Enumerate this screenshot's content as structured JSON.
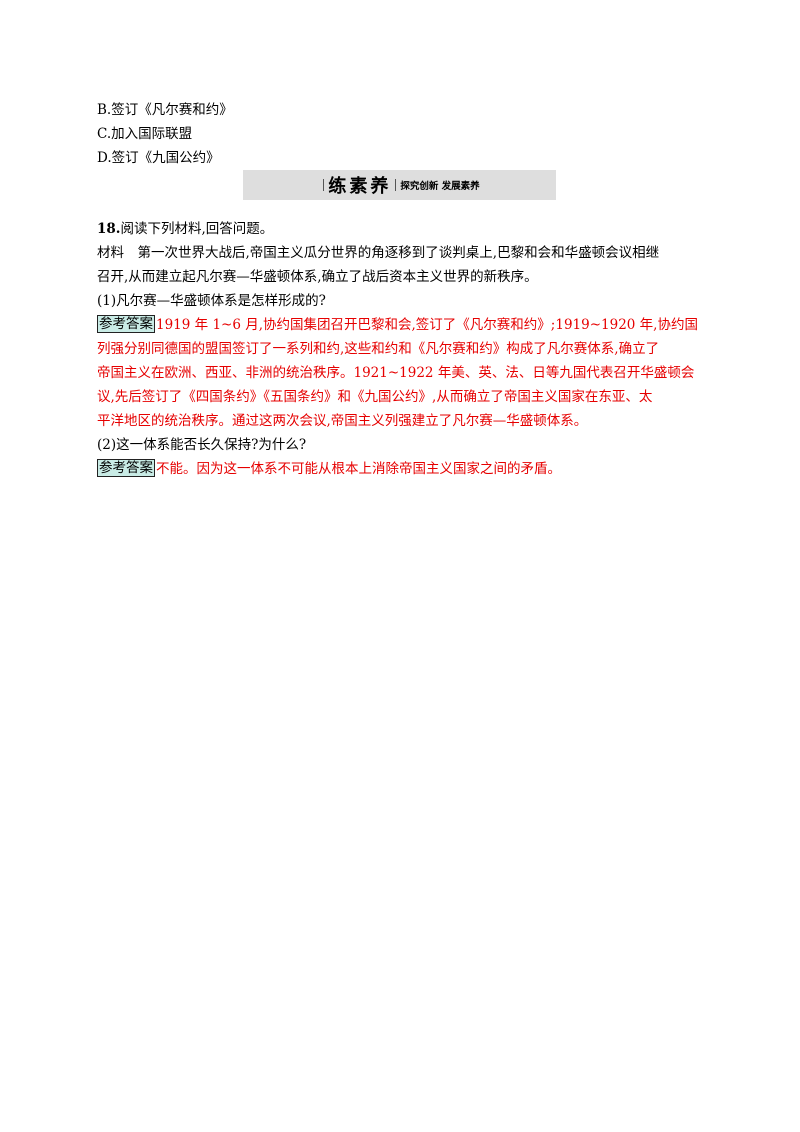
{
  "options": {
    "b": "B.签订《凡尔赛和约》",
    "c": "C.加入国际联盟",
    "d": "D.签订《九国公约》"
  },
  "banner": {
    "title": "练素养",
    "subtitle": "探究创新 发展素养"
  },
  "question": {
    "number": "18.",
    "prompt": "阅读下列材料,回答问题。",
    "material_line1": "材料　第一次世界大战后,帝国主义瓜分世界的角逐移到了谈判桌上,巴黎和会和华盛顿会议相继",
    "material_line2": "召开,从而建立起凡尔赛—华盛顿体系,确立了战后资本主义世界的新秩序。",
    "sub1": "(1)凡尔赛—华盛顿体系是怎样形成的?",
    "answer_tag": "参考答案",
    "answer1_line1": "1919 年 1~6 月,协约国集团召开巴黎和会,签订了《凡尔赛和约》;1919~1920 年,协约国",
    "answer1_line2": "列强分别同德国的盟国签订了一系列和约,这些和约和《凡尔赛和约》构成了凡尔赛体系,确立了",
    "answer1_line3": "帝国主义在欧洲、西亚、非洲的统治秩序。1921~1922 年美、英、法、日等九国代表召开华盛顿会",
    "answer1_line4": "议,先后签订了《四国条约》《五国条约》和《九国公约》,从而确立了帝国主义国家在东亚、太",
    "answer1_line5": "平洋地区的统治秩序。通过这两次会议,帝国主义列强建立了凡尔赛—华盛顿体系。",
    "sub2": "(2)这一体系能否长久保持?为什么?",
    "answer2": "不能。因为这一体系不可能从根本上消除帝国主义国家之间的矛盾。"
  },
  "colors": {
    "answer_text": "#e60000",
    "answer_tag_bg": "#c9ece6",
    "banner_bg": "#dedede"
  }
}
